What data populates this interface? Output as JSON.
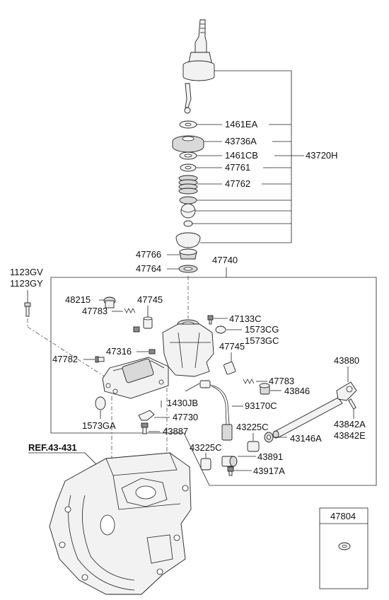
{
  "labels": {
    "p1461EA": "1461EA",
    "p43736A": "43736A",
    "p1461CB": "1461CB",
    "p47761": "47761",
    "p47762": "47762",
    "p43720H": "43720H",
    "p47766": "47766",
    "p47764": "47764",
    "p47740": "47740",
    "p1123GV": "1123GV",
    "p1123GY": "1123GY",
    "p48215": "48215",
    "p47745a": "47745",
    "p47783a": "47783",
    "p47133C": "47133C",
    "p1573CG": "1573CG",
    "p1573GC": "1573GC",
    "p47316": "47316",
    "p47745b": "47745",
    "p47782": "47782",
    "p43880": "43880",
    "p47783b": "47783",
    "p43846": "43846",
    "p1430JB": "1430JB",
    "p93170C": "93170C",
    "p47730": "47730",
    "p43842A": "43842A",
    "p43842E": "43842E",
    "p1573GA": "1573GA",
    "p43887": "43887",
    "p43225Ca": "43225C",
    "p43146A": "43146A",
    "pREF": "REF.43-431",
    "p43225Cb": "43225C",
    "p43891": "43891",
    "p43917A": "43917A",
    "p47804": "47804"
  },
  "icons": [
    "shift-lever-icon",
    "knob-icon",
    "washer-icon",
    "bushing-icon",
    "spring-icon",
    "ball-socket-icon",
    "boot-icon",
    "housing-icon",
    "bolt-icon",
    "rod-icon",
    "transmission-case-icon"
  ]
}
